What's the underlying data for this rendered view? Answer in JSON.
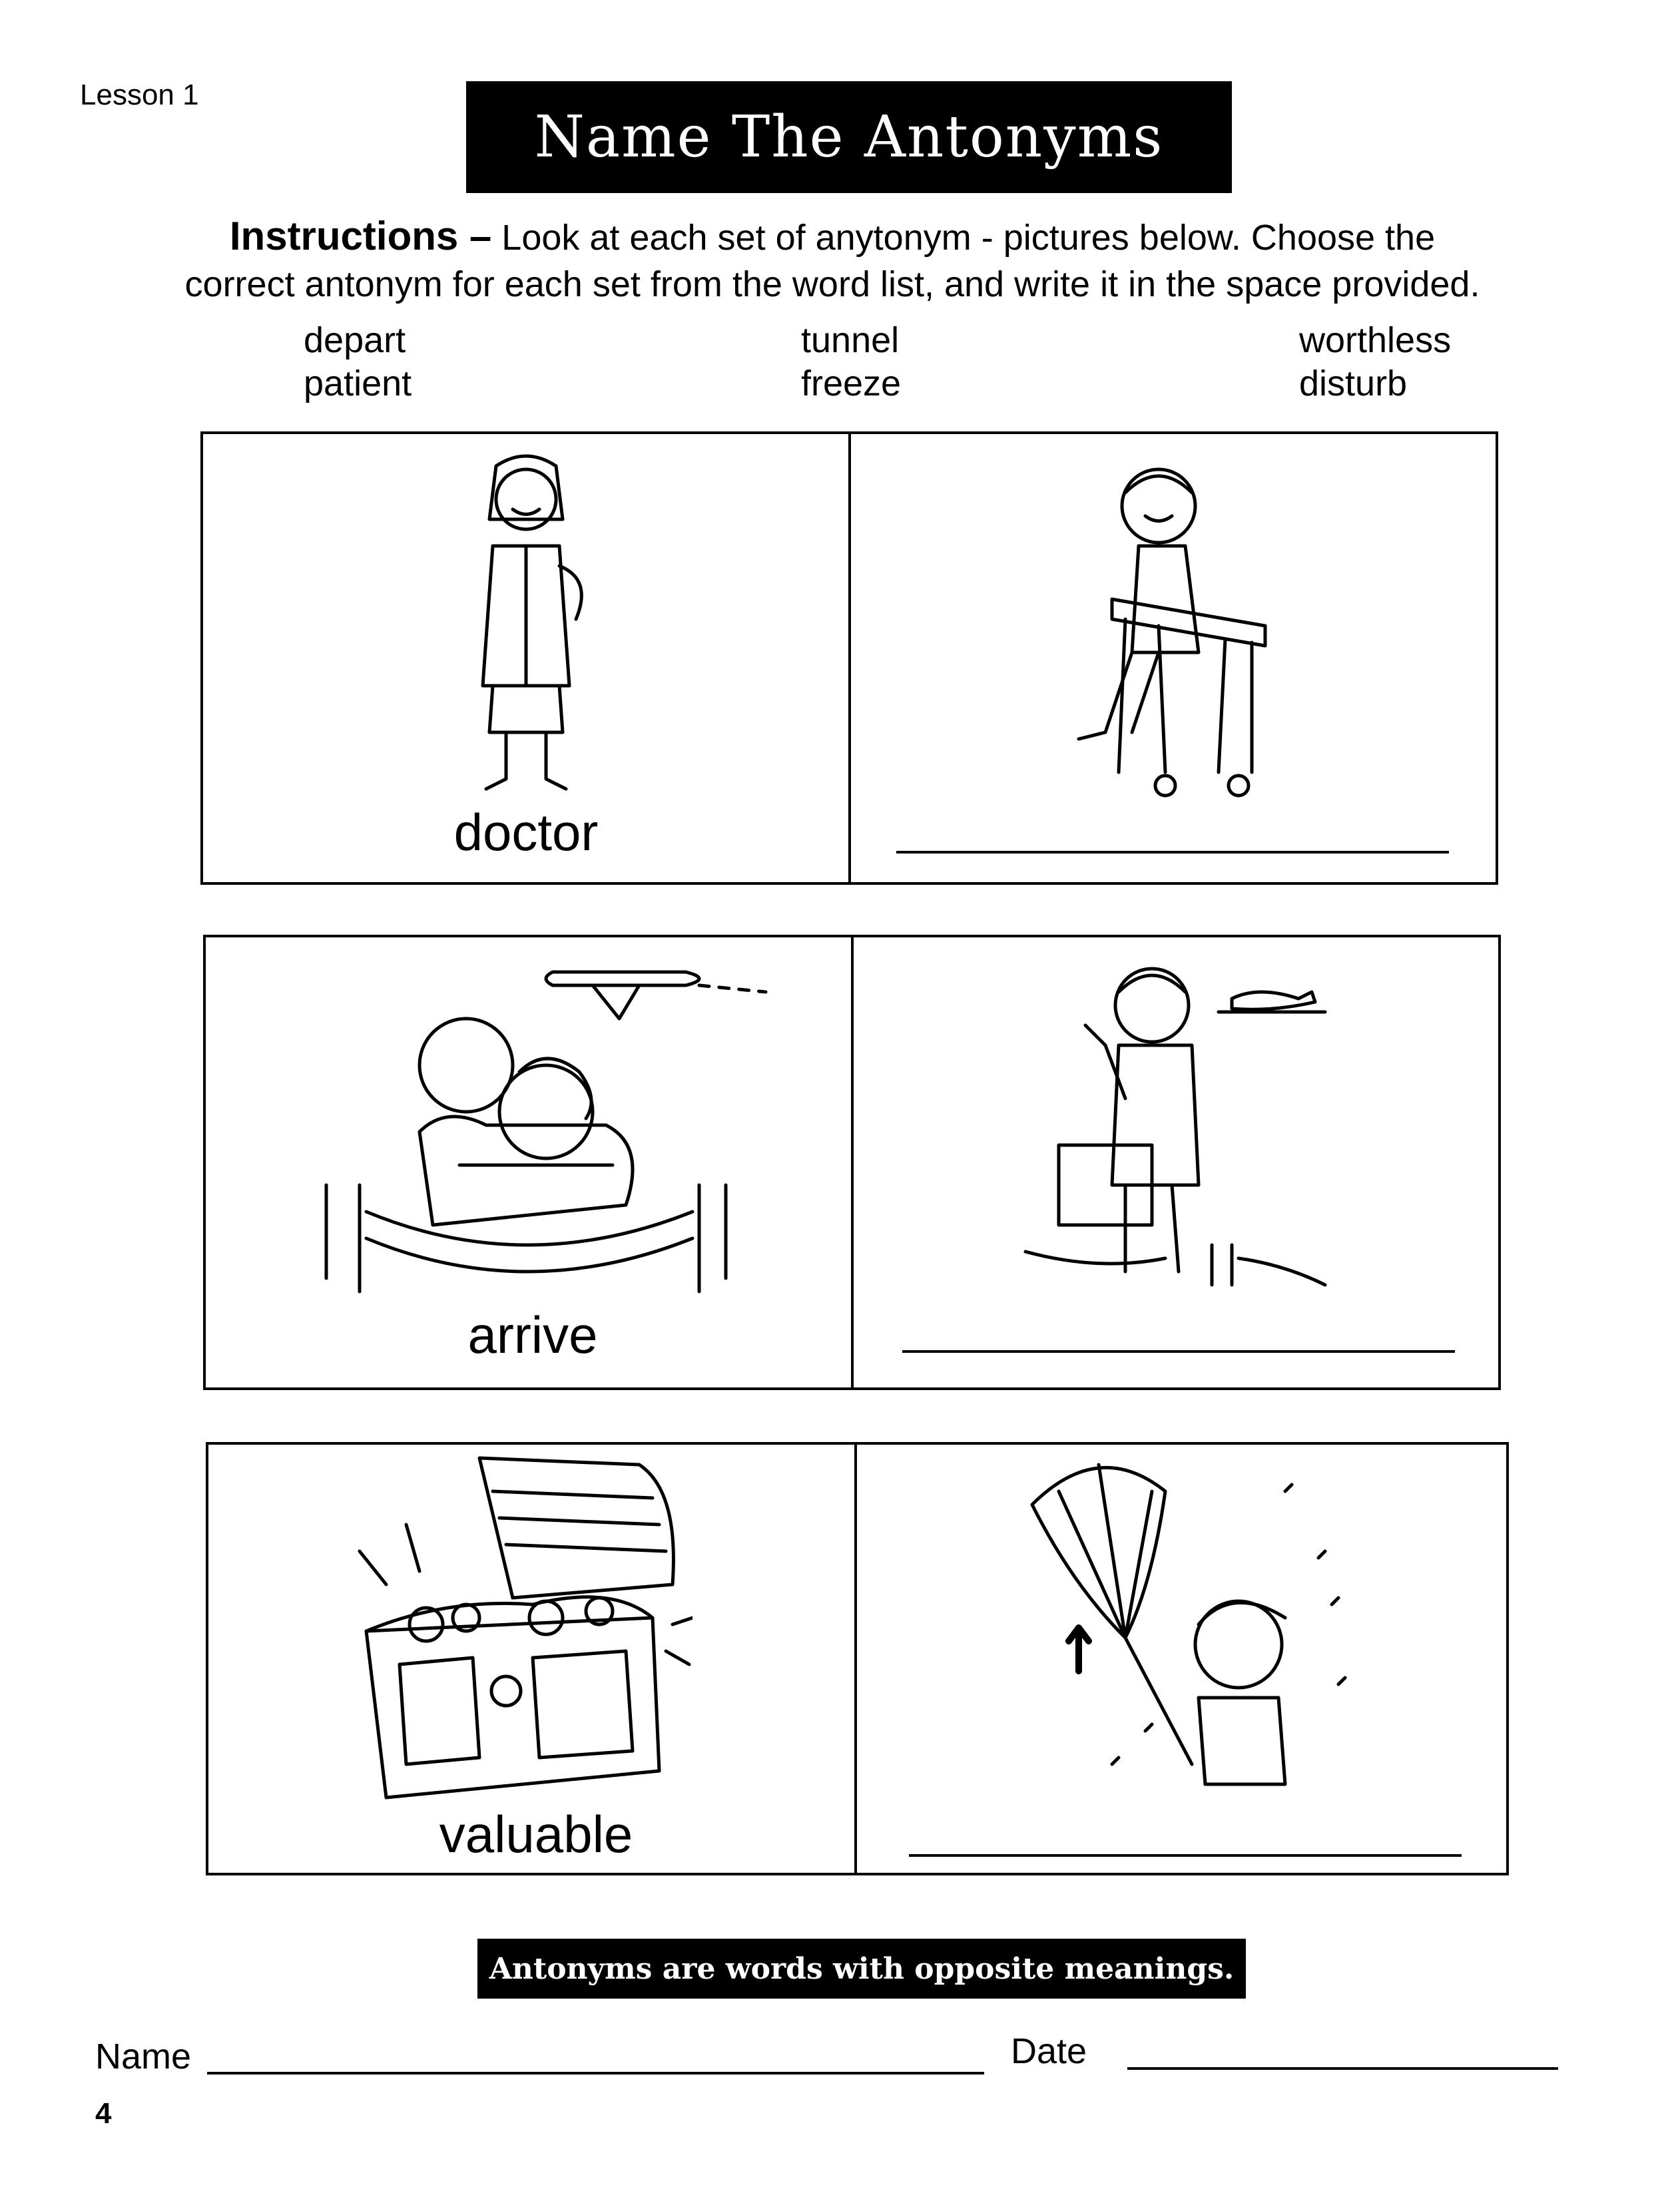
{
  "header": {
    "lesson": "Lesson 1",
    "title": "Name The Antonyms"
  },
  "instructions": {
    "heading": "Instructions –",
    "text_line1": "Look at each set of anytonym - pictures below. Choose the",
    "text_line2": "correct antonym for each set from the word list, and write it in the space provided."
  },
  "word_list": [
    [
      "depart",
      "patient"
    ],
    [
      "tunnel",
      "freeze"
    ],
    [
      "worthless",
      "disturb"
    ]
  ],
  "pairs": [
    {
      "given": "doctor",
      "answer": ""
    },
    {
      "given": "arrive",
      "answer": ""
    },
    {
      "given": "valuable",
      "answer": ""
    }
  ],
  "footer": {
    "banner": "Antonyms are words with opposite meanings.",
    "name_label": "Name",
    "date_label": "Date",
    "page_number": "4"
  }
}
